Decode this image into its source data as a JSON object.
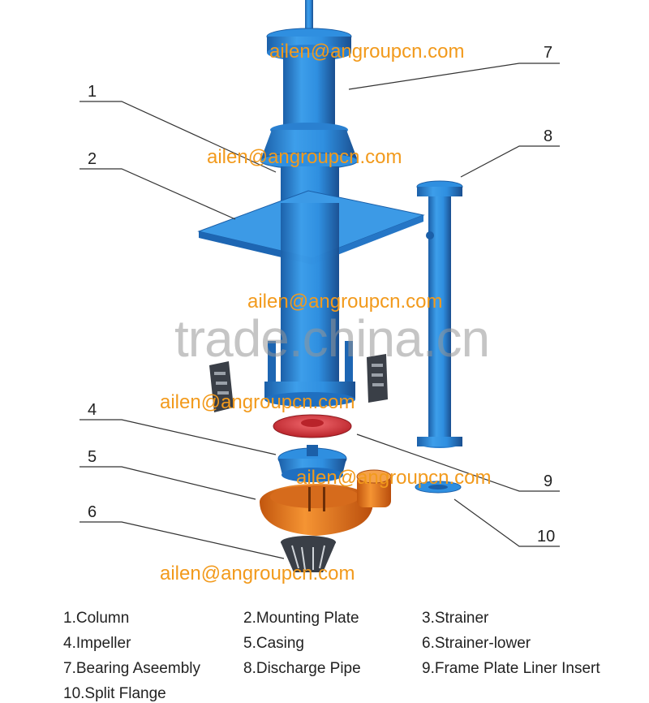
{
  "callouts": [
    "1",
    "2",
    "4",
    "5",
    "6",
    "7",
    "8",
    "9",
    "10"
  ],
  "emails": [
    "ailen@angroupcn.com",
    "ailen@angroupcn.com",
    "ailen@angroupcn.com",
    "ailen@angroupcn.com",
    "ailen@angroupcn.com",
    "ailen@angroupcn.com"
  ],
  "watermark": "trade.china.cn",
  "legend": [
    "1.Column",
    "2.Mounting Plate",
    "3.Strainer",
    "4.Impeller",
    "5.Casing",
    "6.Strainer-lower",
    "7.Bearing Aseembly",
    "8.Discharge Pipe",
    "9.Frame Plate Liner Insert",
    "10.Split Flange"
  ],
  "colors": {
    "pump_blue": "#2f8fe0",
    "pump_blue_dark": "#1b5fa8",
    "casing_orange": "#f07a1a",
    "liner_red": "#d8343a",
    "strainer_dark": "#3a3f47",
    "email_orange": "#f29a1c"
  }
}
